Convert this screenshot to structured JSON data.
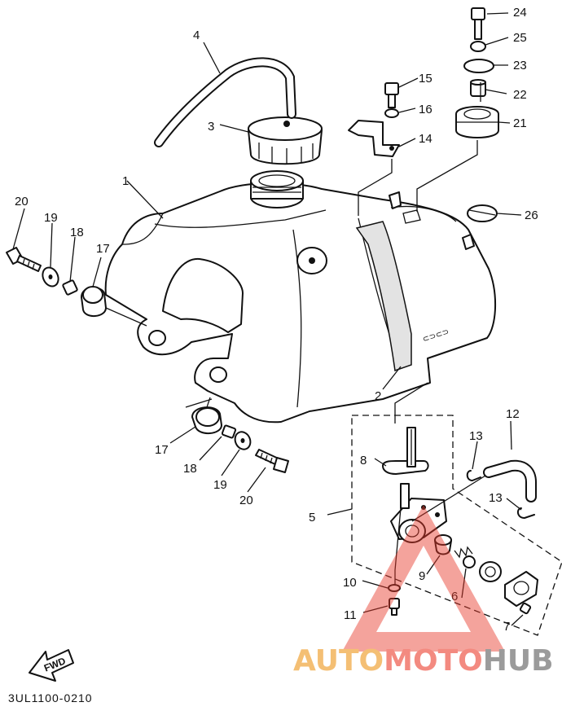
{
  "diagram": {
    "labels": {
      "n1": "1",
      "n2": "2",
      "n3": "3",
      "n4": "4",
      "n5": "5",
      "n6": "6",
      "n7": "7",
      "n8": "8",
      "n9": "9",
      "n10": "10",
      "n11": "11",
      "n12": "12",
      "n13a": "13",
      "n13b": "13",
      "n14": "14",
      "n15": "15",
      "n16": "16",
      "n17a": "17",
      "n17b": "17",
      "n18a": "18",
      "n18b": "18",
      "n19a": "19",
      "n19b": "19",
      "n20a": "20",
      "n20b": "20",
      "n21": "21",
      "n22": "22",
      "n23": "23",
      "n24": "24",
      "n25": "25",
      "n26": "26"
    },
    "fwd_label": "FWD",
    "part_code": "3UL1100-0210"
  },
  "watermark": {
    "text_a": "AUTO",
    "text_b": "MOTO",
    "text_c": "HUB",
    "color_a": "#f3b45c",
    "color_b": "#f2766a",
    "color_c": "#8a8a8a",
    "triangle_color": "#e83a2c"
  }
}
